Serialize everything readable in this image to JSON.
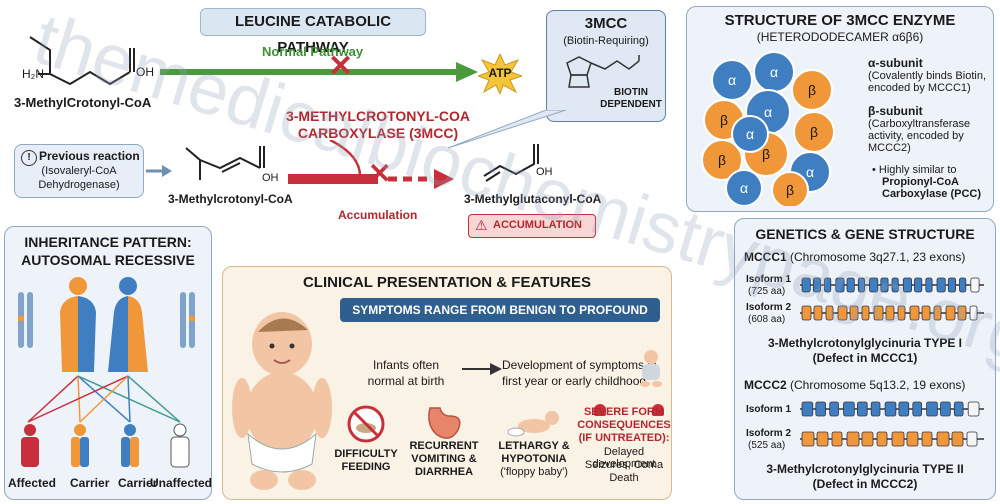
{
  "pathway": {
    "title": "LEUCINE CATABOLIC PATHWAY",
    "top_compound": "3-MethylCrotonyl-CoA",
    "normal_pathway": "Normal Pathway",
    "atp": "ATP",
    "enzyme_name_line1": "3-METHYLCROTONYL-COA",
    "enzyme_name_line2": "CARBOXYLASE (3MCC)",
    "previous_reaction_title": "Previous reaction",
    "previous_reaction_line2": "(Isovaleryl-CoA",
    "previous_reaction_line3": "Dehydrogenase)",
    "mid_compound": "3-Methylcrotonyl-CoA",
    "accumulation": "Accumulation",
    "product": "3-Methylglutaconyl-CoA",
    "accumulation_badge": "ACCUMULATION",
    "atom_h2n": "H₂N",
    "atom_oh": "OH"
  },
  "cofactor": {
    "title": "3MCC",
    "subtitle": "(Biotin-Requiring)",
    "badge_line1": "BIOTIN",
    "badge_line2": "DEPENDENT"
  },
  "structure": {
    "title": "STRUCTURE OF 3MCC ENZYME",
    "subtitle": "(HETERODODECAMER α6β6)",
    "alpha_title": "α-subunit",
    "alpha_desc1": "(Covalently binds Biotin,",
    "alpha_desc2": "encoded by MCCC1)",
    "beta_title": "β-subunit",
    "beta_desc1": "(Carboxyltransferase",
    "beta_desc2": "activity, encoded by",
    "beta_desc3": "MCCC2)",
    "note1": "• Highly similar to",
    "note2": "Propionyl-CoA",
    "note3": "Carboxylase (PCC)",
    "alpha_letter": "α",
    "beta_letter": "β"
  },
  "inheritance": {
    "title_line1": "INHERITANCE PATTERN:",
    "title_line2": "AUTOSOMAL RECESSIVE",
    "labels": [
      "Affected",
      "Carrier",
      "Carrier",
      "Unaffected"
    ]
  },
  "clinical": {
    "title": "CLINICAL PRESENTATION & FEATURES",
    "banner": "SYMPTOMS RANGE FROM BENIGN TO PROFOUND",
    "infants_line1": "Infants often",
    "infants_line2": "normal at birth",
    "dev_line1": "Development of symptoms in",
    "dev_line2": "first year or early childhood",
    "feat1_line1": "DIFFICULTY",
    "feat1_line2": "FEEDING",
    "feat2_line1": "RECURRENT",
    "feat2_line2": "VOMITING &",
    "feat2_line3": "DIARRHEA",
    "feat3_line1": "LETHARGY &",
    "feat3_line2": "HYPOTONIA",
    "feat3_line3": "('floppy baby')",
    "severe_line1": "SEVERE FORM",
    "severe_line2": "CONSEQUENCES",
    "severe_line3": "(IF UNTREATED):",
    "severe_line4": "Delayed development",
    "severe_line5": "Seizures, Coma",
    "severe_line6": "Death"
  },
  "genetics": {
    "title": "GENETICS & GENE STRUCTURE",
    "mccc1_name": "MCCC1",
    "mccc1_loc": " (Chromosome 3q27.1, 23 exons)",
    "iso1_label": "Isoform 1",
    "iso1_aa": "(725 aa)",
    "iso2_label": "Isoform 2",
    "iso2_aa": "(608 aa)",
    "type1_line1": "3-Methylcrotonylglycinuria TYPE I",
    "type1_line2": "(Defect in MCCC1)",
    "mccc2_name": "MCCC2",
    "mccc2_loc": " (Chromosome 5q13.2, 19 exons)",
    "iso3_label": "Isoform 1",
    "iso4_label": "Isoform 2",
    "iso4_aa": "(525 aa)",
    "type2_line1": "3-Methylcrotonylglycinuria TYPE II",
    "type2_line2": "(Defect in MCCC2)"
  },
  "watermark": "themedicalbiochemistrypage.org",
  "colors": {
    "alpha_blue": "#3f7fc1",
    "beta_orange": "#f0973a",
    "inhibit_red": "#c7303a",
    "normal_green": "#4c9a3e"
  }
}
